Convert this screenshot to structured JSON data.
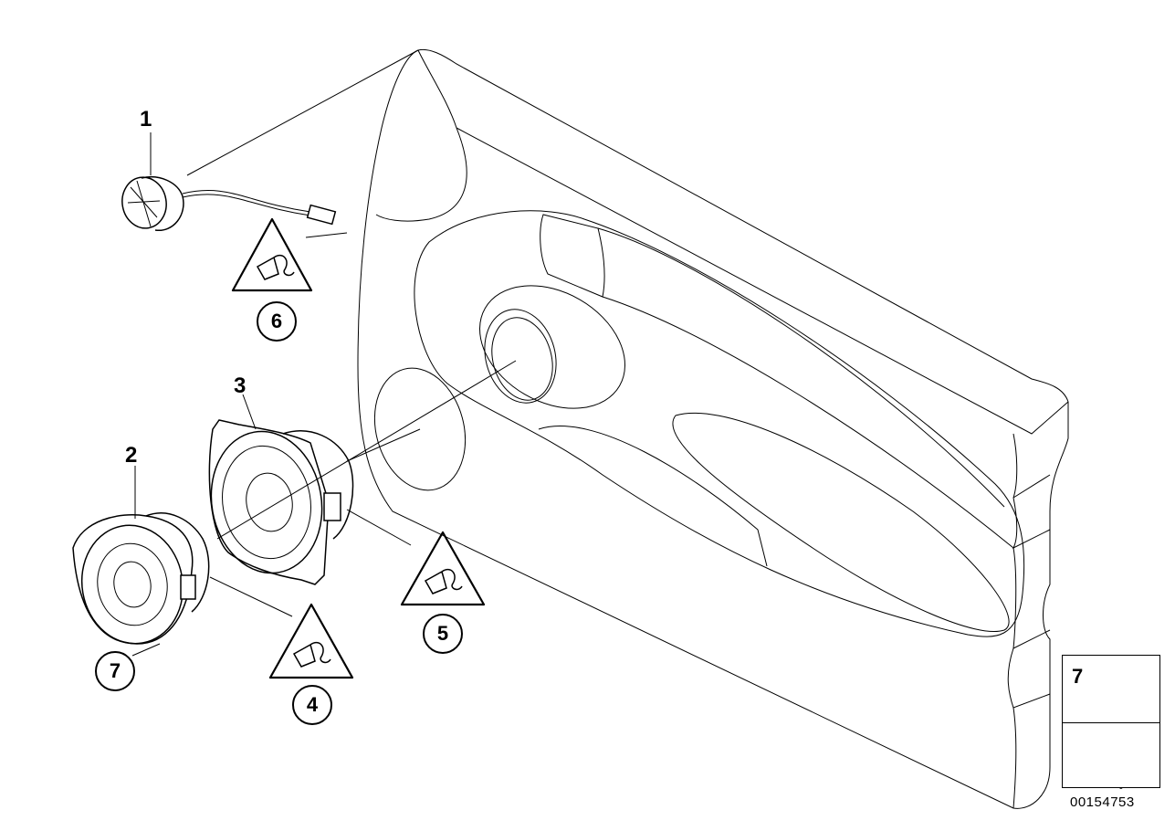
{
  "diagram": {
    "callouts": {
      "tweeter": "1",
      "midrange_small": "2",
      "midrange_large": "3",
      "connector_4": "4",
      "connector_5": "5",
      "connector_6": "6",
      "screw_ref": "7"
    },
    "legend": {
      "part_number": "7"
    },
    "reference_number": "00154753"
  }
}
